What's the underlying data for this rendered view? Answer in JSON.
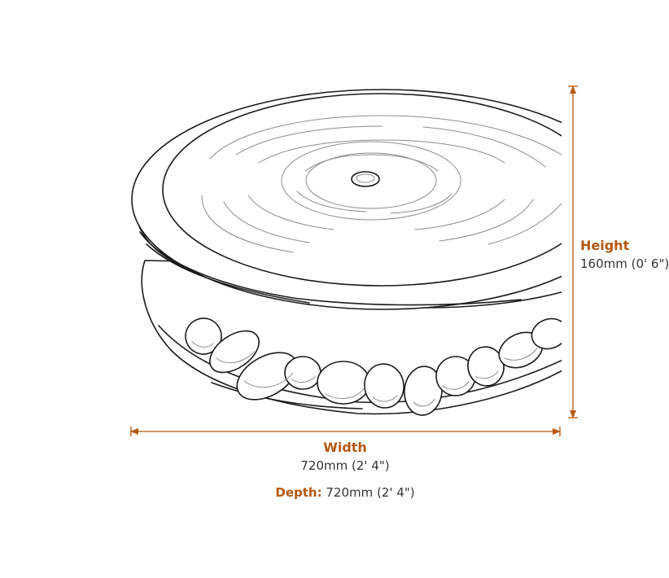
{
  "colors": {
    "accent": "#b4580f",
    "outline": "#1a1a1a",
    "detail": "#8c8c8c",
    "text": "#333333"
  },
  "dimensions": {
    "height": {
      "label": "Height",
      "value": "160mm (0' 6\")"
    },
    "width": {
      "label": "Width",
      "value": "720mm (2' 4\")"
    },
    "depth": {
      "label": "Depth:",
      "value": "720mm (2' 4\")"
    }
  }
}
